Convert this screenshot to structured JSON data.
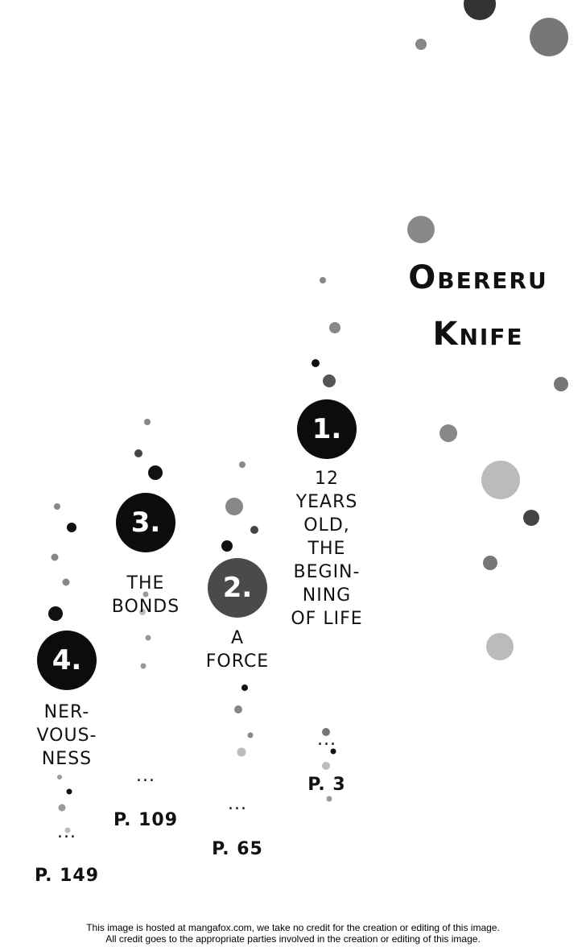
{
  "title": {
    "line1": "Obereru",
    "line2": "Knife"
  },
  "chapters": [
    {
      "number": "1.",
      "title_lines": [
        "12",
        "YEARS",
        "OLD,",
        "THE",
        "BEGIN-",
        "NING",
        "OF LIFE"
      ],
      "ellipsis": "...",
      "page": "P. 3"
    },
    {
      "number": "2.",
      "title_lines": [
        "A",
        "FORCE"
      ],
      "ellipsis": "...",
      "page": "P. 65"
    },
    {
      "number": "3.",
      "title_lines": [
        "THE",
        "BONDS"
      ],
      "ellipsis": "...",
      "page": "P. 109"
    },
    {
      "number": "4.",
      "title_lines": [
        "NER-",
        "VOUS-",
        "NESS"
      ],
      "ellipsis": "...",
      "page": "P. 149"
    }
  ],
  "footer": {
    "line1": "This image is hosted at mangafox.com, we take no credit for the creation or editing of this image.",
    "line2": "All credit goes to the appropriate parties involved in the creation or editing of this image."
  }
}
